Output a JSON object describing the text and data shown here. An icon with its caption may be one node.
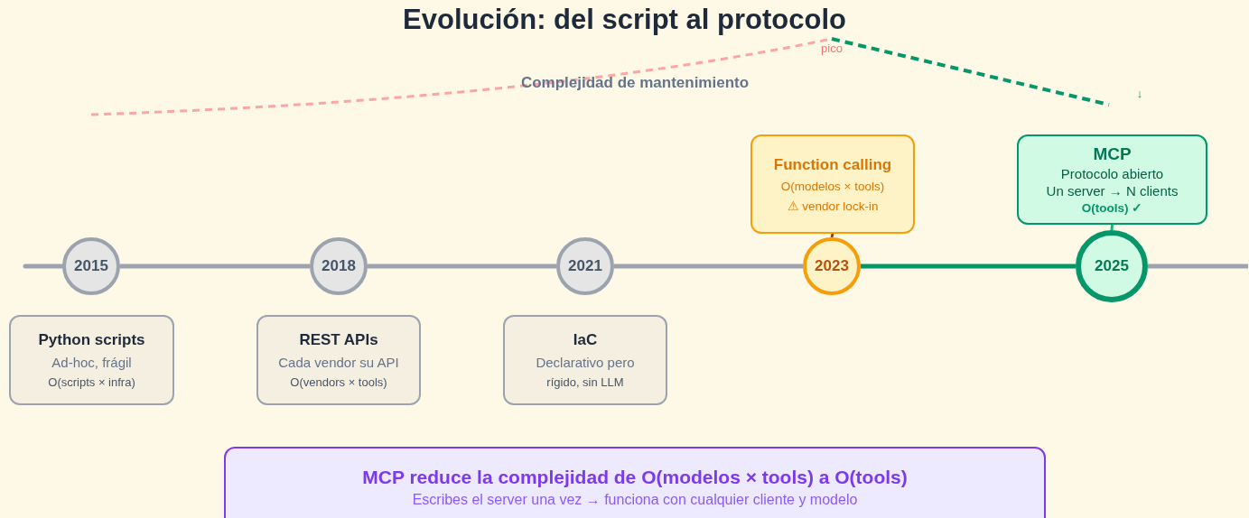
{
  "diagram": {
    "title": "Evolución: del script al protocolo",
    "nodes": [
      {
        "text": [
          "2015"
        ]
      },
      {
        "text": [
          "2018"
        ]
      },
      {
        "text": [
          "2021"
        ]
      },
      {
        "text": [
          "2023"
        ]
      },
      {
        "text": [
          "2025"
        ]
      },
      {
        "text": [
          "Python scripts",
          "Ad-hoc, frágil",
          "O(scripts × infra)"
        ]
      },
      {
        "text": [
          "REST APIs",
          "Cada vendor su API",
          "O(vendors × tools)"
        ]
      },
      {
        "text": [
          "IaC",
          "Declarativo pero",
          "rígido, sin LLM"
        ]
      },
      {
        "text": [
          "Function calling",
          "O(modelos × tools)",
          "⚠ vendor lock-in"
        ]
      },
      {
        "text": [
          "MCP",
          "Protocolo abierto",
          "Un server → N clients",
          "O(tools) ✓"
        ]
      },
      {
        "text": [
          "MCP reduce la complejidad de O(modelos × tools) a O(tools)",
          "Escribes el server una vez → funciona con cualquier cliente y modelo"
        ]
      }
    ],
    "edges": [
      {
        "from": null,
        "to": 0,
        "arrow": "none"
      },
      {
        "from": 0,
        "to": 1,
        "arrow": "none"
      },
      {
        "from": 1,
        "to": 2,
        "arrow": "none"
      },
      {
        "from": 2,
        "to": 3,
        "arrow": "none"
      },
      {
        "from": 3,
        "to": 4,
        "arrow": "none",
        "color": "#059669"
      },
      {
        "from": 4,
        "to": null,
        "arrow": "none"
      },
      {
        "from": 8,
        "to": 3,
        "arrow": "none",
        "color": "#92400e"
      },
      {
        "from": 9,
        "to": 4,
        "arrow": "none",
        "color": "#10b981"
      }
    ],
    "labels": [
      "pico",
      "Complejidad de mantenimiento",
      "↓"
    ]
  }
}
